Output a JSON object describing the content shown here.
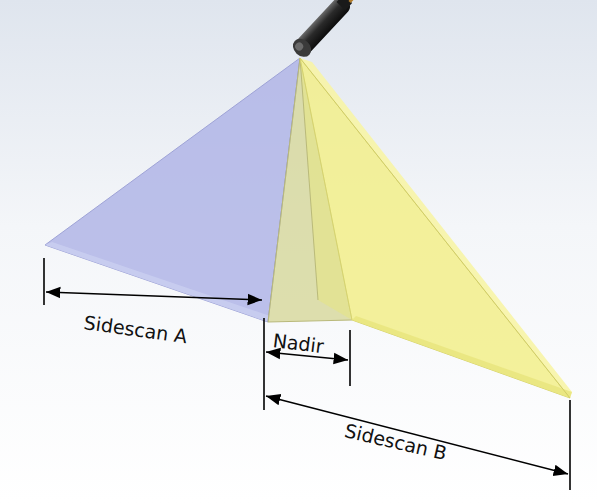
{
  "diagram": {
    "labels": [
      "Sidescan A",
      "Nadir",
      "Sidescan B"
    ]
  }
}
